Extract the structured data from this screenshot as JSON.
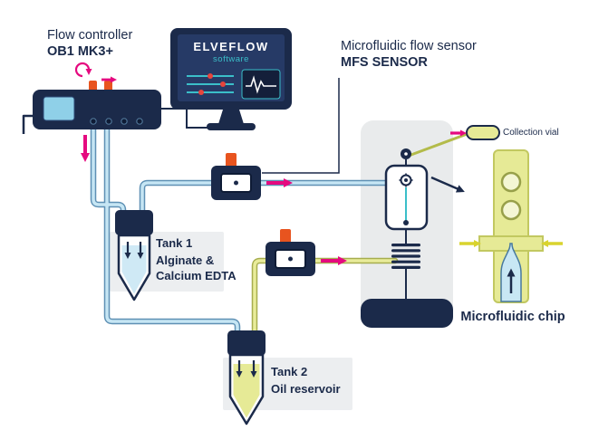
{
  "palette": {
    "navy": "#1b2a4a",
    "teal": "#3bbfc9",
    "pink": "#e5097f",
    "orange": "#e8541f",
    "tube_blue": "#c6e6f4",
    "tube_blue_edge": "#5e90b4",
    "oil_yellow": "#e9ec9a",
    "oil_yellow_edge": "#a6ad4e",
    "panel_gray": "#e9ebec",
    "label_box_gray": "#eceef0",
    "screen_blue": "#263a66",
    "slider_dot_red": "#e8453c"
  },
  "icons": {
    "circulation": "circulation-icon",
    "gear": "gear-icon",
    "waveform": "waveform-icon",
    "flow_arrow": "flow-arrow-icon"
  },
  "labels": {
    "flow_controller": {
      "title": "Flow controller",
      "model": "OB1 MK3+"
    },
    "monitor": {
      "brand": "ELVEFLOW",
      "subtitle": "software"
    },
    "flow_sensor": {
      "title": "Microfluidic flow sensor",
      "model": "MFS SENSOR"
    },
    "collection_vial": "Collection vial",
    "tank1": {
      "title": "Tank 1",
      "content_line1": "Alginate &",
      "content_line2": "Calcium EDTA"
    },
    "tank2": {
      "title": "Tank 2",
      "content_line1": "Oil reservoir"
    },
    "chip": {
      "title": "Microfluidic chip"
    }
  }
}
